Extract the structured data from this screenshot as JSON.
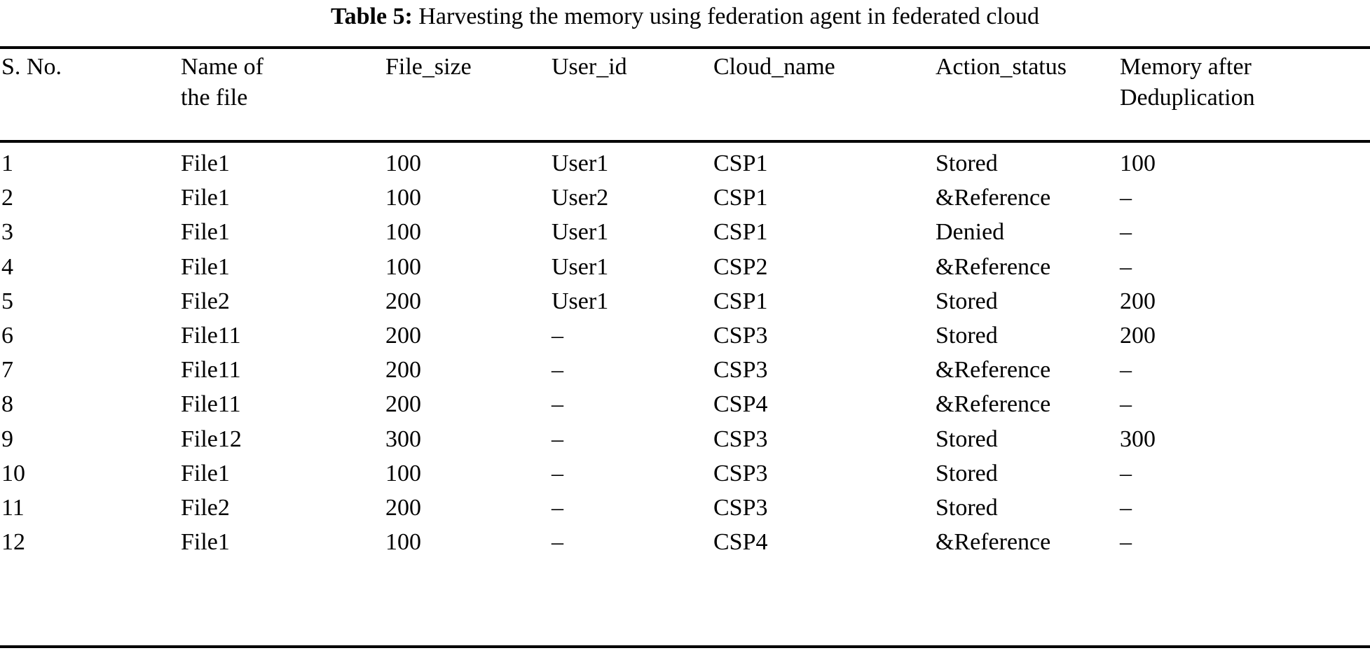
{
  "caption": {
    "label": "Table 5:",
    "text": "Harvesting the memory using federation agent in federated cloud"
  },
  "table": {
    "columns": [
      {
        "key": "sno",
        "header": "S. No."
      },
      {
        "key": "name",
        "header": "Name of",
        "header_line2": "the file"
      },
      {
        "key": "size",
        "header": "File_size"
      },
      {
        "key": "userid",
        "header": "User_id"
      },
      {
        "key": "cloud",
        "header": "Cloud_name"
      },
      {
        "key": "status",
        "header": "Action_status"
      },
      {
        "key": "memory",
        "header": "Memory after",
        "header_line2": "Deduplication"
      }
    ],
    "rows": [
      {
        "sno": "1",
        "name": "File1",
        "size": "100",
        "userid": "User1",
        "cloud": "CSP1",
        "status": "Stored",
        "memory": "100"
      },
      {
        "sno": "2",
        "name": "File1",
        "size": "100",
        "userid": "User2",
        "cloud": "CSP1",
        "status": "&Reference",
        "memory": "–"
      },
      {
        "sno": "3",
        "name": "File1",
        "size": "100",
        "userid": "User1",
        "cloud": "CSP1",
        "status": "Denied",
        "memory": "–"
      },
      {
        "sno": "4",
        "name": "File1",
        "size": "100",
        "userid": "User1",
        "cloud": "CSP2",
        "status": "&Reference",
        "memory": "–"
      },
      {
        "sno": "5",
        "name": "File2",
        "size": "200",
        "userid": "User1",
        "cloud": "CSP1",
        "status": "Stored",
        "memory": "200"
      },
      {
        "sno": "6",
        "name": "File11",
        "size": "200",
        "userid": "–",
        "cloud": "CSP3",
        "status": "Stored",
        "memory": "200"
      },
      {
        "sno": "7",
        "name": "File11",
        "size": "200",
        "userid": "–",
        "cloud": "CSP3",
        "status": "&Reference",
        "memory": "–"
      },
      {
        "sno": "8",
        "name": "File11",
        "size": "200",
        "userid": "–",
        "cloud": "CSP4",
        "status": "&Reference",
        "memory": "–"
      },
      {
        "sno": "9",
        "name": "File12",
        "size": "300",
        "userid": "–",
        "cloud": "CSP3",
        "status": "Stored",
        "memory": "300"
      },
      {
        "sno": "10",
        "name": "File1",
        "size": "100",
        "userid": "–",
        "cloud": "CSP3",
        "status": "Stored",
        "memory": "–"
      },
      {
        "sno": "11",
        "name": "File2",
        "size": "200",
        "userid": "–",
        "cloud": "CSP3",
        "status": "Stored",
        "memory": "–"
      },
      {
        "sno": "12",
        "name": "File1",
        "size": "100",
        "userid": "–",
        "cloud": "CSP4",
        "status": "&Reference",
        "memory": "–"
      }
    ]
  }
}
